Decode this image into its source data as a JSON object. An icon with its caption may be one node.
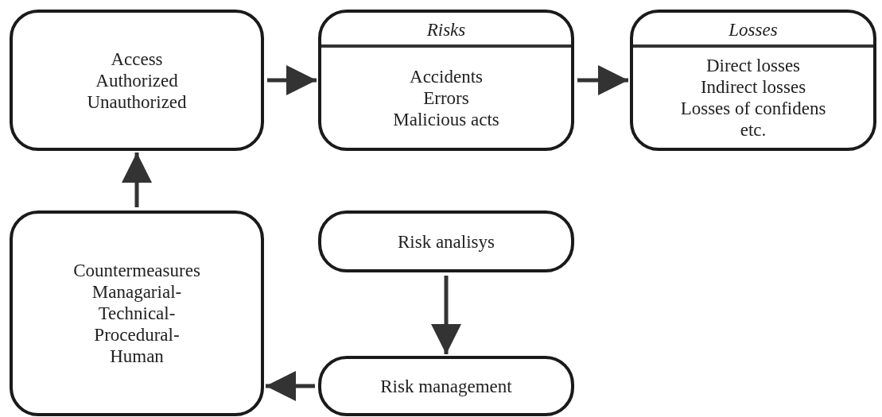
{
  "diagram": {
    "nodes": [
      {
        "text": [
          "Access",
          "Authorized",
          "Unauthorized"
        ]
      },
      {
        "text": [
          "Risks",
          "Accidents",
          "Errors",
          "Malicious acts"
        ]
      },
      {
        "text": [
          "Losses",
          "Direct losses",
          "Indirect losses",
          "Losses of confidens",
          "etc."
        ]
      },
      {
        "text": [
          "Risk analisys"
        ]
      },
      {
        "text": [
          "Risk management"
        ]
      },
      {
        "text": [
          "Countermeasures",
          "Managarial-",
          "Technical-",
          "Procedural-",
          "Human"
        ]
      }
    ],
    "edges": [
      {
        "from": 0,
        "to": 1,
        "arrow": "to"
      },
      {
        "from": 1,
        "to": 2,
        "arrow": "to"
      },
      {
        "from": 3,
        "to": 4,
        "arrow": "to"
      },
      {
        "from": 4,
        "to": 5,
        "arrow": "to"
      },
      {
        "from": 5,
        "to": 0,
        "arrow": "to"
      }
    ]
  }
}
